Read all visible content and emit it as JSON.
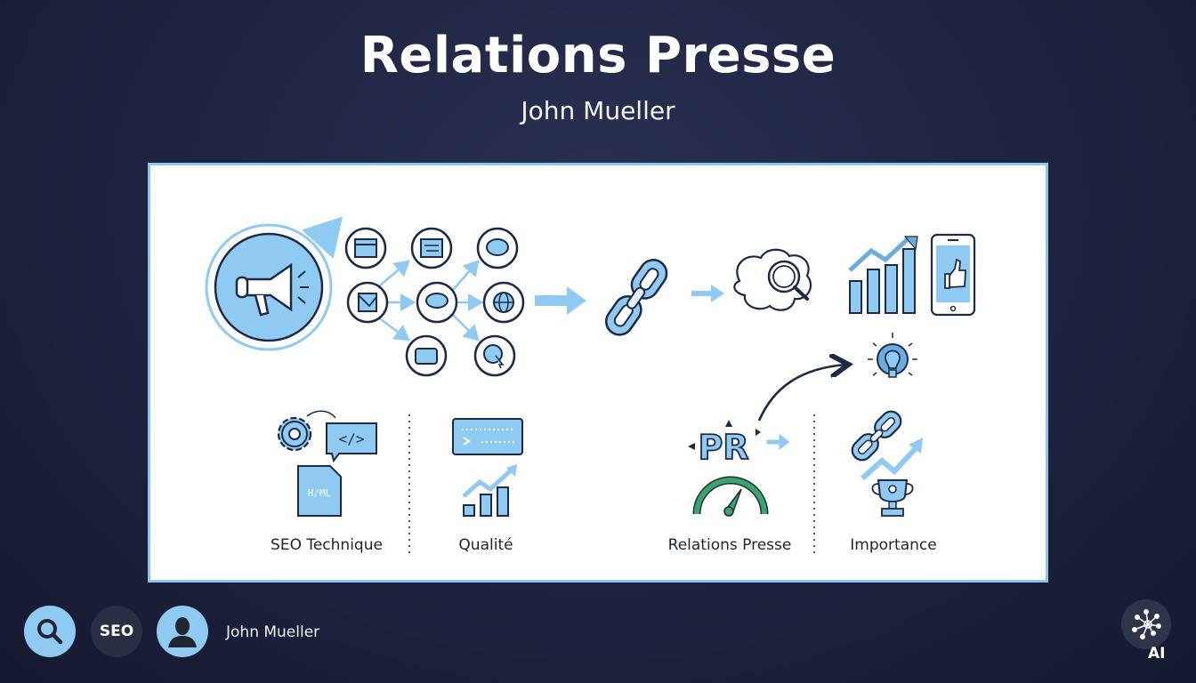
{
  "header": {
    "title": "Relations Presse",
    "subtitle": "John Mueller"
  },
  "diagram": {
    "flow_nodes": [
      {
        "id": "megaphone",
        "icon": "megaphone-icon"
      },
      {
        "id": "website",
        "icon": "browser-window-icon"
      },
      {
        "id": "article",
        "icon": "article-icon"
      },
      {
        "id": "community",
        "icon": "chat-group-icon"
      },
      {
        "id": "email",
        "icon": "email-icon"
      },
      {
        "id": "message",
        "icon": "speech-bubble-icon"
      },
      {
        "id": "web",
        "icon": "globe-icon"
      },
      {
        "id": "screen",
        "icon": "screen-icon"
      },
      {
        "id": "click",
        "icon": "globe-cursor-icon"
      }
    ],
    "outcome_icons": [
      "link-icon",
      "brain-search-icon",
      "growth-chart-icon",
      "phone-like-icon",
      "idea-bulb-icon"
    ],
    "sections": [
      {
        "label": "SEO Technique",
        "icons": [
          "gear-icon",
          "code-icon",
          "html-file-icon"
        ]
      },
      {
        "label": "Qualité",
        "icons": [
          "terminal-icon",
          "growth-chart-icon"
        ]
      },
      {
        "label": "Relations Presse",
        "icons": [
          "pr-badge-icon",
          "speedometer-icon"
        ]
      },
      {
        "label": "Importance",
        "icons": [
          "link-icon",
          "trend-arrow-icon",
          "trophy-icon"
        ]
      }
    ],
    "colors": {
      "accent": "#8ecaf2",
      "accent_dark": "#6aaee0",
      "stroke": "#1e2a44",
      "gauge": "#3aa56a",
      "panel_border": "#8ec5ee"
    }
  },
  "footer": {
    "search_icon": "search-icon",
    "seo_label": "SEO",
    "avatar_icon": "user-icon",
    "author_name": "John Mueller",
    "ai_icon": "network-icon",
    "ai_label": "AI"
  }
}
